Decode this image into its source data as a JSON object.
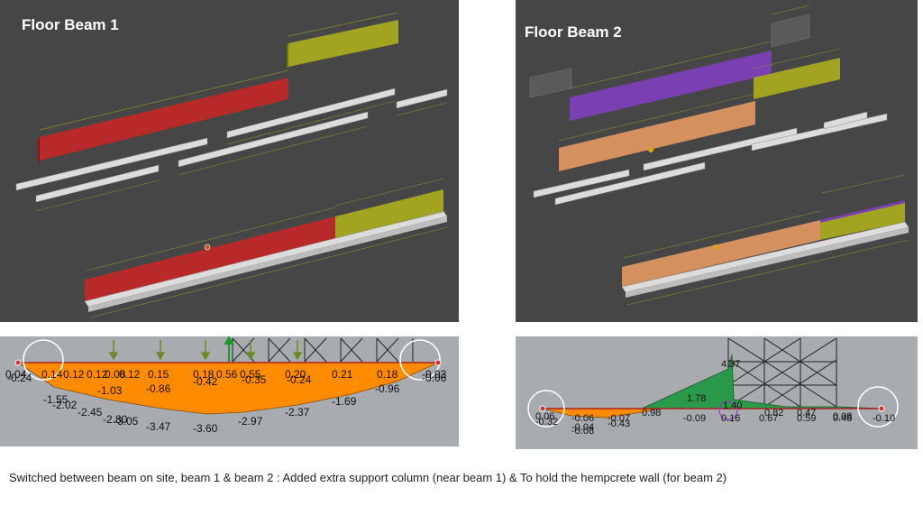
{
  "panels": {
    "beam1": {
      "title": "Floor Beam 1",
      "colors": {
        "main": "#b82a2a",
        "accent": "#a3a322",
        "white": "#dcdcdc"
      },
      "moment_labels": [
        "0.04",
        "0.14",
        "0.12",
        "0.12",
        "0.08",
        "0.12",
        "0.15",
        "0.18",
        "0.56",
        "0.55",
        "0.20",
        "0.21",
        "0.18",
        "-0.03",
        "-0.24",
        "-1.03",
        "-0.86",
        "-0.42",
        "-0.35",
        "-0.24",
        "-0.96",
        "-0.06",
        "-1.55",
        "-2.02",
        "-2.45",
        "-2.80",
        "-3.05",
        "-3.47",
        "-3.60",
        "-2.97",
        "-2.37",
        "-1.69"
      ]
    },
    "beam2": {
      "title": "Floor Beam 2",
      "colors": {
        "main": "#d59060",
        "purple": "#7a3fb0",
        "accent": "#a3a322",
        "grey": "#5a5a5a",
        "white": "#dcdcdc"
      },
      "moment_labels": [
        "4.37",
        "1.78",
        "1.40",
        "0.98",
        "0.82",
        "0.47",
        "0.06",
        "0.08",
        "-0.32",
        "-0.06",
        "-0.07",
        "-0.43",
        "-0.09",
        "0.16",
        "0.67",
        "0.59",
        "0.48",
        "-0.10",
        "-0.04",
        "-0.08"
      ]
    }
  },
  "caption": "Switched between beam on site, beam 1 & beam 2 :  Added extra support column (near beam 1) & To hold the hempcrete wall (for beam 2)"
}
